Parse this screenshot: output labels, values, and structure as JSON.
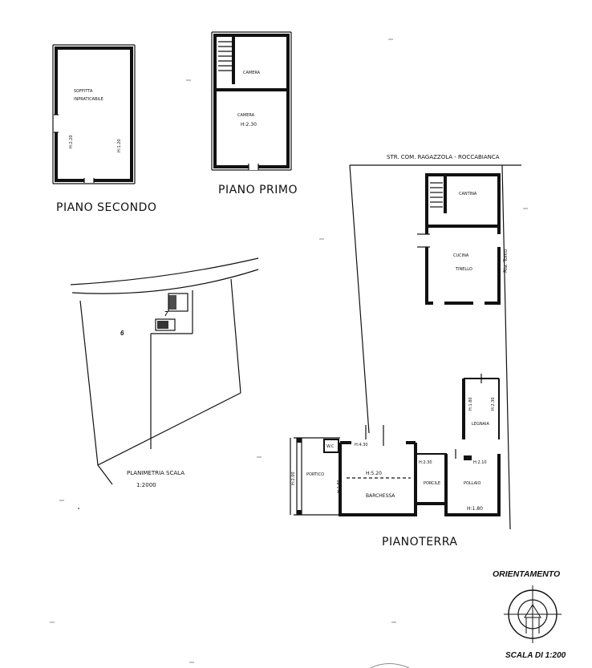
{
  "plans": {
    "second_floor": {
      "caption": "PIANO SECONDO",
      "room_label_1": "SOFFITTA",
      "room_label_2": "INPRATICABILE",
      "height_left": "H:2.20",
      "height_right": "H:1.20"
    },
    "first_floor": {
      "caption": "PIANO PRIMO",
      "room_top": "CAMERA",
      "room_bottom": "CAMERA",
      "room_bottom_height": "H:2.30"
    },
    "ground_floor": {
      "caption": "PIANOTERRA",
      "road_label": "STR. COM. RAGAZZOLA - ROCCABIANCA",
      "side_label": "Ria. Tomo",
      "cantina": "CANTINA",
      "cucina_1": "CUCINA",
      "cucina_2": "TINELLO",
      "legnaia": "LEGNAIA",
      "legnaia_h1": "H:1.80",
      "legnaia_h2": "H:2.30",
      "portico": "PORTICO",
      "portico_h": "H:2.00",
      "wc": "W.C",
      "barchessa": "BARCHESSA",
      "barchessa_h1": "H:4.30",
      "barchessa_h2": "H:5.20",
      "barchessa_h3": "H:2.80",
      "porcile": "PORCILE",
      "porcile_h": "H:2.30",
      "pollaio": "POLLAIO",
      "pollaio_h1": "H:2.10",
      "pollaio_h2": "H:1.80"
    },
    "site_plan": {
      "caption_1": "PLANIMETRIA SCALA",
      "caption_2": "1:2000",
      "parcel_number": "6",
      "building_number": "7"
    }
  },
  "orientation": {
    "title": "ORIENTAMENTO"
  },
  "scale": {
    "label": "SCALA DI 1:200"
  }
}
